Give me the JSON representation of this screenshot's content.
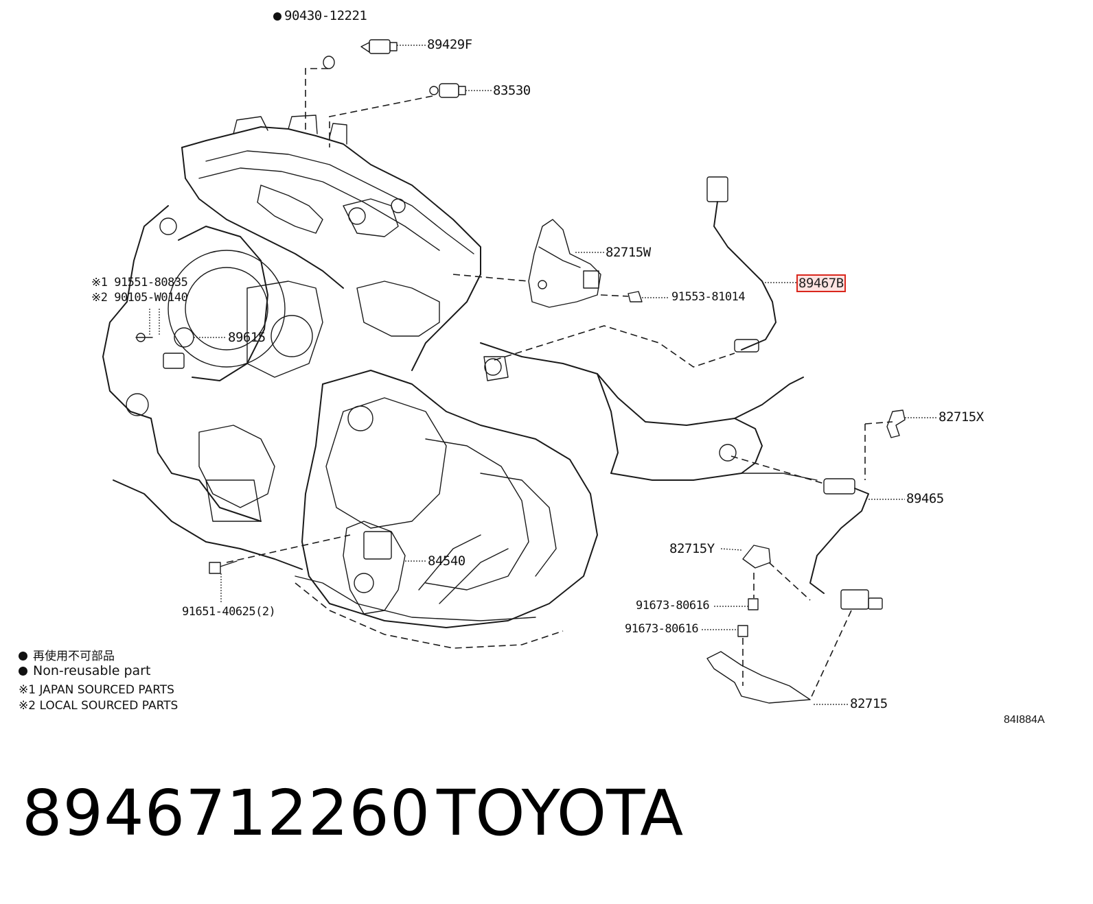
{
  "diagram": {
    "part_labels": [
      {
        "id": "p1",
        "text": "90430-12221",
        "prefix": "●"
      },
      {
        "id": "p2",
        "text": "89429F"
      },
      {
        "id": "p3",
        "text": "83530"
      },
      {
        "id": "p4",
        "text": "82715W"
      },
      {
        "id": "p5",
        "text": "89467B",
        "highlighted": true
      },
      {
        "id": "p6",
        "text": "91553-81014"
      },
      {
        "id": "p7a",
        "text": "※1 91551-80835"
      },
      {
        "id": "p7b",
        "text": "※2 90105-W0140"
      },
      {
        "id": "p8",
        "text": "89615"
      },
      {
        "id": "p9",
        "text": "82715X"
      },
      {
        "id": "p10",
        "text": "89465"
      },
      {
        "id": "p11",
        "text": "82715Y"
      },
      {
        "id": "p12",
        "text": "84540"
      },
      {
        "id": "p13",
        "text": "91651-40625(2)"
      },
      {
        "id": "p14",
        "text": "91673-80616"
      },
      {
        "id": "p15",
        "text": "91673-80616"
      },
      {
        "id": "p16",
        "text": "82715"
      }
    ],
    "legend": [
      {
        "symbol": "●",
        "text": "再使用不可部品"
      },
      {
        "symbol": "●",
        "text": "Non-reusable part"
      },
      {
        "symbol": "※1",
        "text": "JAPAN SOURCED PARTS"
      },
      {
        "symbol": "※2",
        "text": "LOCAL SOURCED PARTS"
      }
    ],
    "drawing_code": "84I884A",
    "highlight_color": "#d9261c"
  },
  "caption": {
    "part_number": "8946712260",
    "brand": "TOYOTA"
  }
}
